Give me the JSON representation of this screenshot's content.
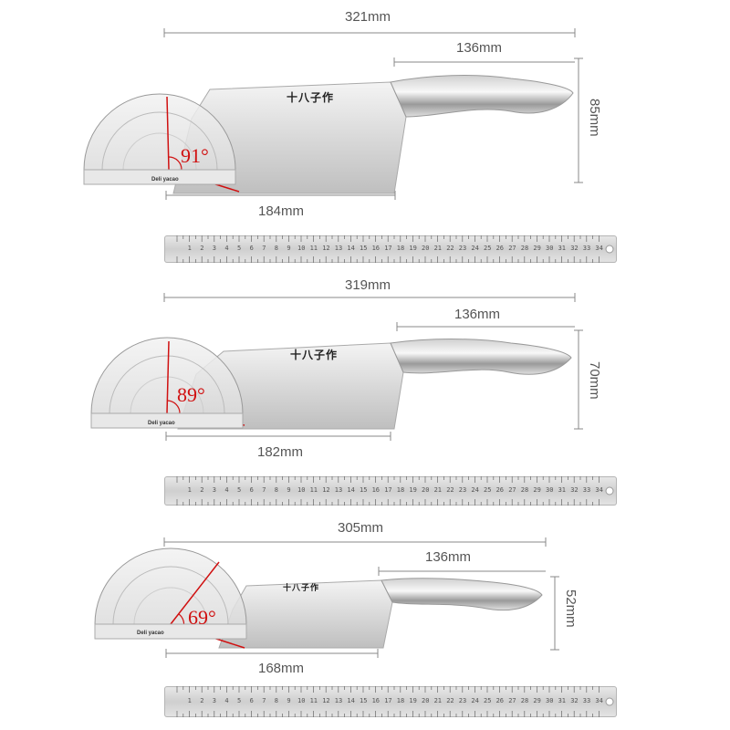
{
  "knives": [
    {
      "total_length": "321mm",
      "handle_length": "136mm",
      "blade_height": "85mm",
      "blade_length": "184mm",
      "angle": "91°",
      "logo": "十八子作",
      "protractor_brand": "Deli yacao"
    },
    {
      "total_length": "319mm",
      "handle_length": "136mm",
      "blade_height": "70mm",
      "blade_length": "182mm",
      "angle": "89°",
      "logo": "十八子作",
      "protractor_brand": "Deli yacao"
    },
    {
      "total_length": "305mm",
      "handle_length": "136mm",
      "blade_height": "52mm",
      "blade_length": "168mm",
      "angle": "69°",
      "logo": "十八子作",
      "protractor_brand": "Deli yacao"
    }
  ],
  "ruler_numbers": [
    "1",
    "2",
    "3",
    "4",
    "5",
    "6",
    "7",
    "8",
    "9",
    "10",
    "11",
    "12",
    "13",
    "14",
    "15",
    "16",
    "17",
    "18",
    "19",
    "20",
    "21",
    "22",
    "23",
    "24",
    "25",
    "26",
    "27",
    "28",
    "29",
    "30",
    "31",
    "32",
    "33",
    "34"
  ],
  "colors": {
    "angle_red": "#d01010",
    "steel": "#c9c9c9",
    "dim_line": "#888888"
  }
}
